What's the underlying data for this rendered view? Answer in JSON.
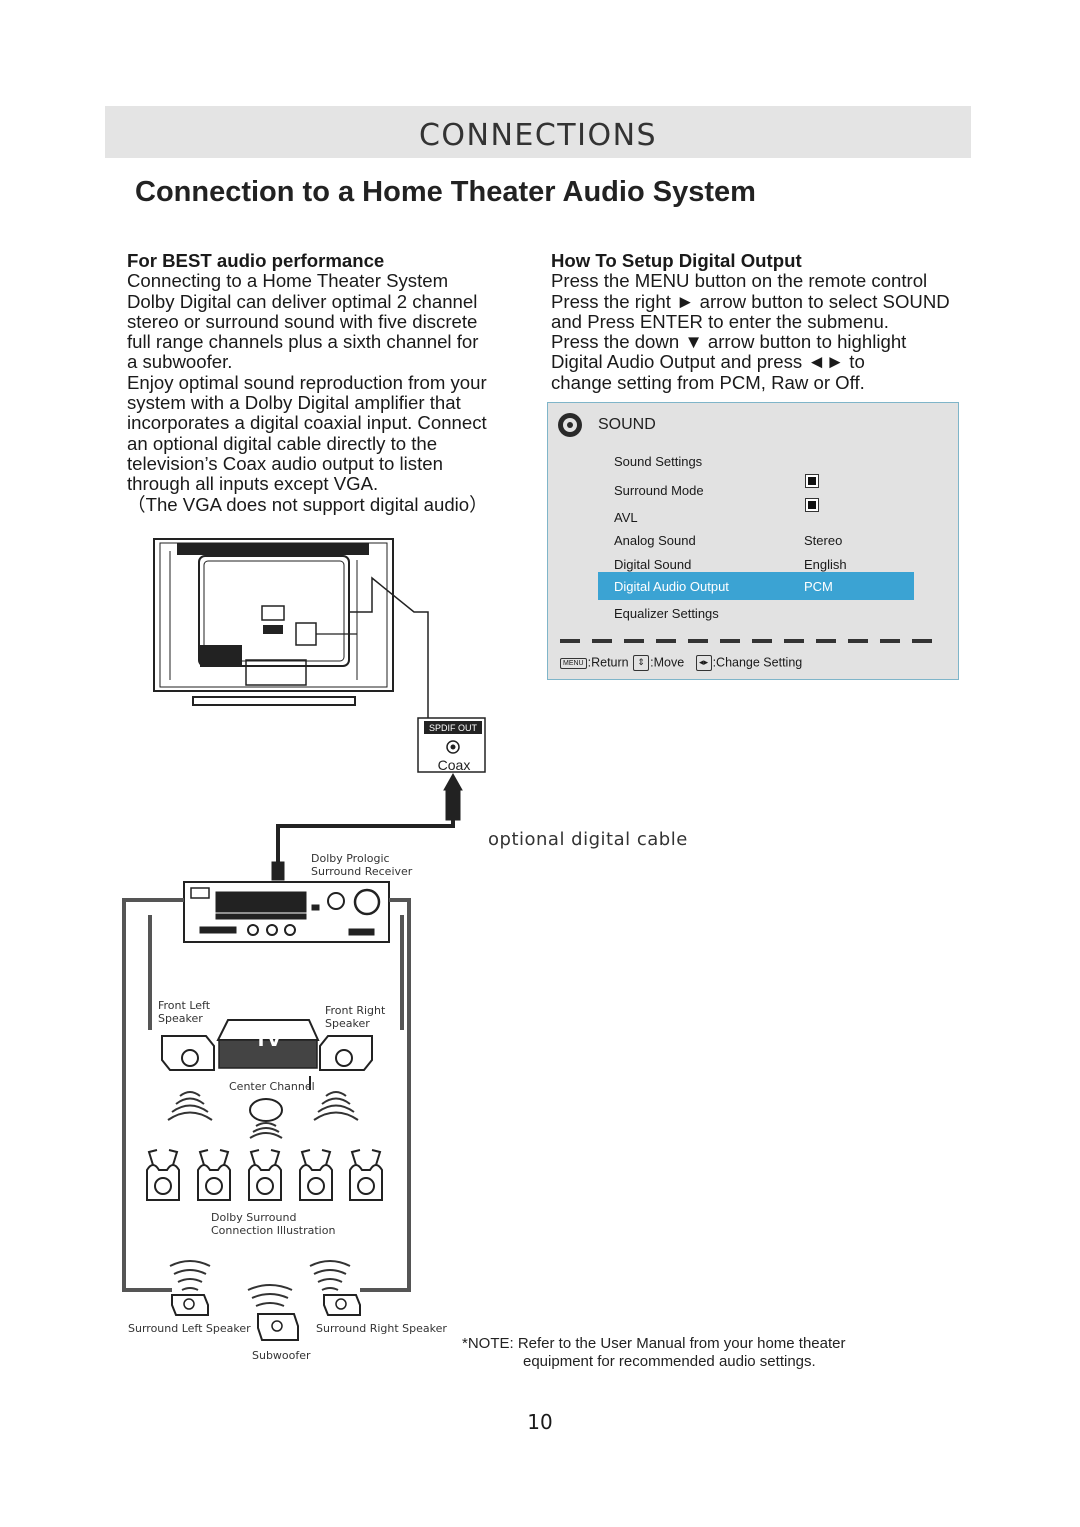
{
  "header": {
    "title": "CONNECTIONS"
  },
  "subtitle": "Connection to a Home Theater Audio System",
  "left": {
    "heading": "For BEST audio performance",
    "lines": [
      "Connecting to a Home Theater System",
      "Dolby Digital can deliver optimal 2 channel",
      "stereo or surround sound with five discrete",
      "full range channels plus a sixth channel for",
      "a subwoofer.",
      "Enjoy optimal sound reproduction from your",
      "system with a Dolby Digital amplifier that",
      "incorporates a digital coaxial input. Connect",
      "an optional digital cable directly to the",
      "television’s Coax audio output to listen",
      "through all inputs except VGA.",
      "（The VGA does not support digital audio）"
    ]
  },
  "right": {
    "heading": "How To Setup Digital Output",
    "lines": [
      "Press the MENU button on the remote control",
      "Press the right ► arrow button to select SOUND",
      "and Press ENTER to enter the submenu.",
      "Press the down ▼ arrow button to highlight",
      "Digital Audio Output and press ◄► to",
      "change setting from PCM, Raw or Off."
    ]
  },
  "osd": {
    "title": "SOUND",
    "icon": "speaker-disc-icon",
    "rows": [
      {
        "label": "Sound Settings",
        "value": ""
      },
      {
        "label": "Surround Mode",
        "value": "",
        "checkbox": true
      },
      {
        "label": "AVL",
        "value": "",
        "checkbox": true
      },
      {
        "label": "Analog Sound",
        "value": "Stereo"
      },
      {
        "label": "Digital Sound",
        "value": "English"
      },
      {
        "label": "Digital Audio Output",
        "value": "PCM",
        "selected": true
      },
      {
        "label": "Equalizer Settings",
        "value": ""
      }
    ],
    "footer": {
      "menu_key": "MENU",
      "return": ":Return",
      "move": ":Move",
      "change": ":Change Setting"
    },
    "highlight_color": "#3ba3d3"
  },
  "diagram": {
    "spdif": "SPDIF OUT",
    "coax": "Coax",
    "optional_cable": "optional digital cable",
    "receiver_line1": "Dolby Prologic",
    "receiver_line2": "Surround Receiver",
    "front_left_1": "Front Left",
    "front_left_2": "Speaker",
    "front_right_1": "Front Right",
    "front_right_2": "Speaker",
    "tv": "TV",
    "center": "Center Channel",
    "dolby_surround_1": "Dolby Surround",
    "dolby_surround_2": "Connection Illustration",
    "surround_left": "Surround Left Speaker",
    "surround_right": "Surround Right Speaker",
    "subwoofer": "Subwoofer"
  },
  "note": {
    "line1": "*NOTE: Refer to the User Manual from your home theater",
    "line2": "equipment for recommended audio settings."
  },
  "page_number": "10"
}
